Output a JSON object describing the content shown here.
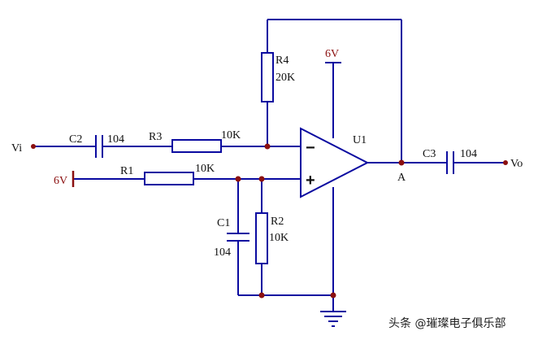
{
  "labels": {
    "vi": "Vi",
    "vo": "Vo",
    "supply_top": "6V",
    "supply_left": "6V",
    "node_a": "A",
    "opamp": "U1",
    "opamp_minus": "−",
    "opamp_plus": "+"
  },
  "components": {
    "c2": {
      "name": "C2",
      "value": "104"
    },
    "r3": {
      "name": "R3",
      "value": "10K"
    },
    "r1": {
      "name": "R1",
      "value": "10K"
    },
    "r4": {
      "name": "R4",
      "value": "20K"
    },
    "c3": {
      "name": "C3",
      "value": "104"
    },
    "c1": {
      "name": "C1",
      "value": "104"
    },
    "r2": {
      "name": "R2",
      "value": "10K"
    }
  },
  "watermark": "头条 @璀璨电子俱乐部",
  "colors": {
    "wire": "#0a0aa0",
    "node": "#8b1010",
    "text": "#111111"
  }
}
